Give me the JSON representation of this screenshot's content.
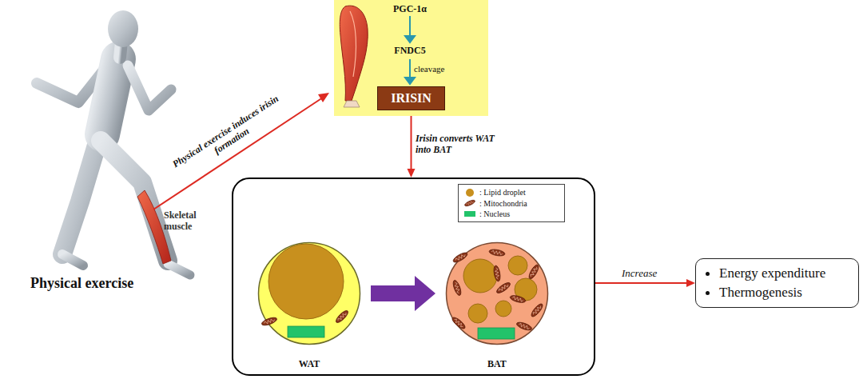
{
  "diagram": {
    "nodes": [
      {
        "text": [
          "PGC-1α",
          "FNDC5",
          "cleavage"
        ]
      },
      {
        "text": [
          "IRISIN"
        ],
        "in": 0
      },
      {
        "text": []
      },
      {
        "text": [
          "WAT"
        ],
        "in": 2
      },
      {
        "text": [
          "BAT"
        ],
        "in": 2
      },
      {
        "text": [
          "Energy expenditure",
          "Thermogenesis"
        ]
      }
    ],
    "edges": [
      {
        "from": 0,
        "to": 2,
        "arrow": "to",
        "label": "Irisin converts WAT into BAT"
      },
      {
        "from": 3,
        "to": 4,
        "arrow": "to"
      },
      {
        "from": 2,
        "to": 5,
        "arrow": "to",
        "label": "Increase"
      }
    ],
    "labels": [
      "Physical exercise induces irisin formation",
      "Skeletal muscle",
      "Physical exercise"
    ],
    "legend": [
      {
        "text": ": Lipid droplet",
        "color": "#c8901e"
      },
      {
        "text": ": Mitochondria"
      },
      {
        "text": ": Nucleus",
        "color": "#22c36a"
      }
    ]
  }
}
